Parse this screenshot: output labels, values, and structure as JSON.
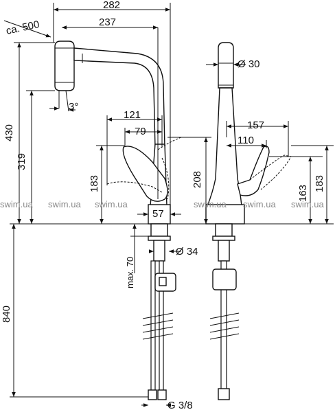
{
  "dimensions": {
    "overall_width": "282",
    "pullout_length": "ca. 500",
    "spout_reach": "237",
    "height_total": "430",
    "height_spout": "319",
    "tilt_angle": "3°",
    "handle_reach_1": "121",
    "handle_reach_2": "79",
    "height_lever": "183",
    "height_outlet": "208",
    "base_width": "57",
    "max_thickness": "max. 70",
    "hole_diameter": "Ø 34",
    "hose_length": "840",
    "connection": "G 3/8",
    "head_diameter": "Ø 30",
    "side_reach_1": "157",
    "side_reach_2": "110",
    "side_height_1": "163",
    "side_height_2": "183"
  },
  "watermark": [
    "swim.ua",
    "swim.ua",
    "swim.ua",
    "swim.ua",
    "swim.ua",
    "swim.ua"
  ]
}
